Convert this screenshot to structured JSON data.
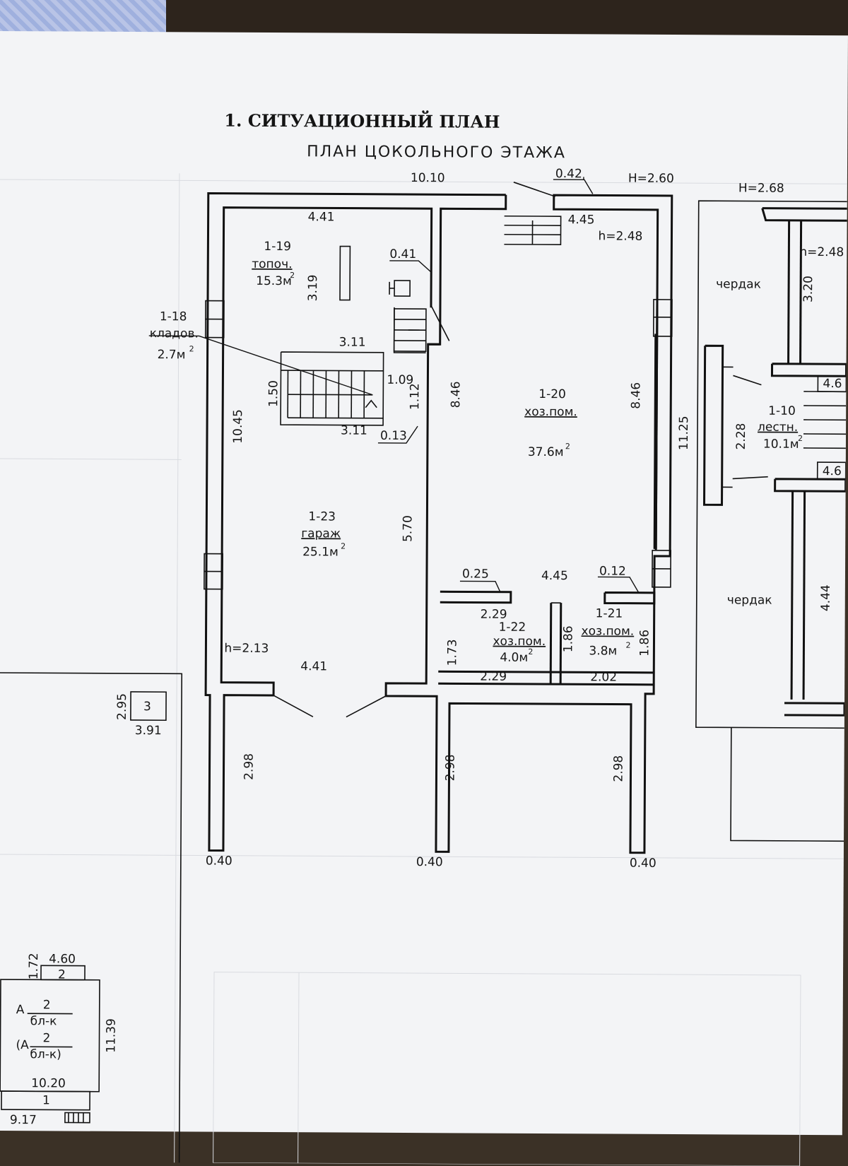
{
  "title": "1. СИТУАЦИОННЫЙ ПЛАН",
  "subtitle": "ПЛАН ЦОКОЛЬНОГО ЭТАЖА",
  "heights": {
    "main_H": "H=2.60",
    "right_H": "H=2.68",
    "h_right_room": "h=2.48",
    "h_attic": "h=2.48",
    "h_garage": "h=2.13"
  },
  "dimensions": {
    "top_total": "10.10",
    "top_gap": "0.42",
    "room19_width": "4.41",
    "room19_height": "3.19",
    "room20_top_width": "4.45",
    "wall_041": "0.41",
    "stair_top": "3.11",
    "stair_bottom": "3.11",
    "stair_109": "1.09",
    "stair_150": "1.50",
    "stair_112": "1.12",
    "stair_013": "0.13",
    "left_total": "10.45",
    "room20_left": "8.46",
    "room20_right": "8.46",
    "right_total": "11.25",
    "garage_height": "5.70",
    "garage_bottom_width": "4.41",
    "wall_025": "0.25",
    "room22_width_top": "2.29",
    "room22_width_bottom": "2.29",
    "room20_mid_width": "4.45",
    "wall_012": "0.12",
    "room22_left": "1.73",
    "room22_right": "1.86",
    "room21_right": "1.86",
    "room21_width": "2.02",
    "porch_left": "2.98",
    "porch_mid": "2.98",
    "porch_right": "2.98",
    "porch_left_w": "0.40",
    "porch_mid_w": "0.40",
    "porch_right_w": "0.40"
  },
  "rooms": {
    "r19": {
      "id": "1-19",
      "name": "топоч.",
      "area": "15.3м",
      "sup": "2"
    },
    "r18": {
      "id": "1-18",
      "name": "кладов.",
      "area": "2.7м",
      "sup": "2"
    },
    "r20": {
      "id": "1-20",
      "name": "хоз.пом.",
      "area": "37.6м",
      "sup": "2"
    },
    "r23": {
      "id": "1-23",
      "name": "гараж",
      "area": "25.1м",
      "sup": "2"
    },
    "r22": {
      "id": "1-22",
      "name": "хоз.пом.",
      "area": "4.0м",
      "sup": "2"
    },
    "r21": {
      "id": "1-21",
      "name": "хоз.пом.",
      "area": "3.8м",
      "sup": "2"
    }
  },
  "right_plan": {
    "attic_top": "чердак",
    "attic_bottom": "чердак",
    "dim_320": "3.20",
    "dim_228": "2.28",
    "dim_444": "4.44",
    "dim_46_top": "4.6",
    "dim_46_bottom": "4.6",
    "stair_id": "1-10",
    "stair_name": "лестн.",
    "stair_area": "10.1м",
    "stair_sup": "2"
  },
  "small_plan": {
    "box3_label": "3",
    "box3_h": "2.95",
    "box3_w": "3.91",
    "box2_label": "2",
    "box2_h": "1.72",
    "box2_w": "4.60",
    "mark_A": "А",
    "mark_num": "2",
    "mark_den": "бл-к",
    "mark2_A": "(А",
    "mark2_num": "2",
    "mark2_den": "бл-к)",
    "height": "11.39",
    "width": "10.20",
    "box1_label": "1",
    "box1_w": "9.17"
  }
}
